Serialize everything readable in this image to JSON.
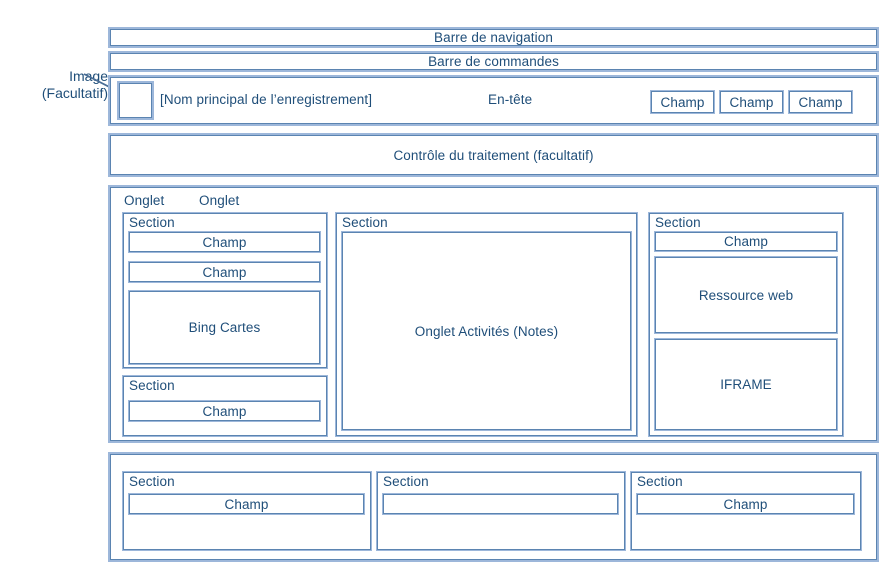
{
  "annotation": {
    "image_label_line1": "Image",
    "image_label_line2": "(Facultatif)"
  },
  "bars": {
    "navigation": "Barre de navigation",
    "commands": "Barre de commandes"
  },
  "header": {
    "record_name": "[Nom principal de l’enregistrement]",
    "header_label": "En-tête",
    "fields": [
      "Champ",
      "Champ",
      "Champ"
    ]
  },
  "process": {
    "label": "Contrôle du traitement (facultatif)"
  },
  "tabs": [
    "Onglet",
    "Onglet"
  ],
  "main": {
    "left_column": {
      "section_1": {
        "title": "Section",
        "fields": [
          "Champ",
          "Champ"
        ],
        "control": "Bing Cartes"
      },
      "section_2": {
        "title": "Section",
        "fields": [
          "Champ"
        ]
      }
    },
    "center_column": {
      "section": {
        "title": "Section",
        "control": "Onglet Activités (Notes)"
      }
    },
    "right_column": {
      "section": {
        "title": "Section",
        "fields": [
          "Champ"
        ],
        "controls": [
          "Ressource web",
          "IFRAME"
        ]
      }
    }
  },
  "bottom": {
    "sections": [
      {
        "title": "Section",
        "field": "Champ"
      },
      {
        "title": "Section",
        "field": ""
      },
      {
        "title": "Section",
        "field": "Champ"
      }
    ]
  },
  "colors": {
    "border_outer": "#9DB7DA",
    "border_inner": "#5B84B1",
    "text": "#1F4E79",
    "background": "#FFFFFF"
  }
}
